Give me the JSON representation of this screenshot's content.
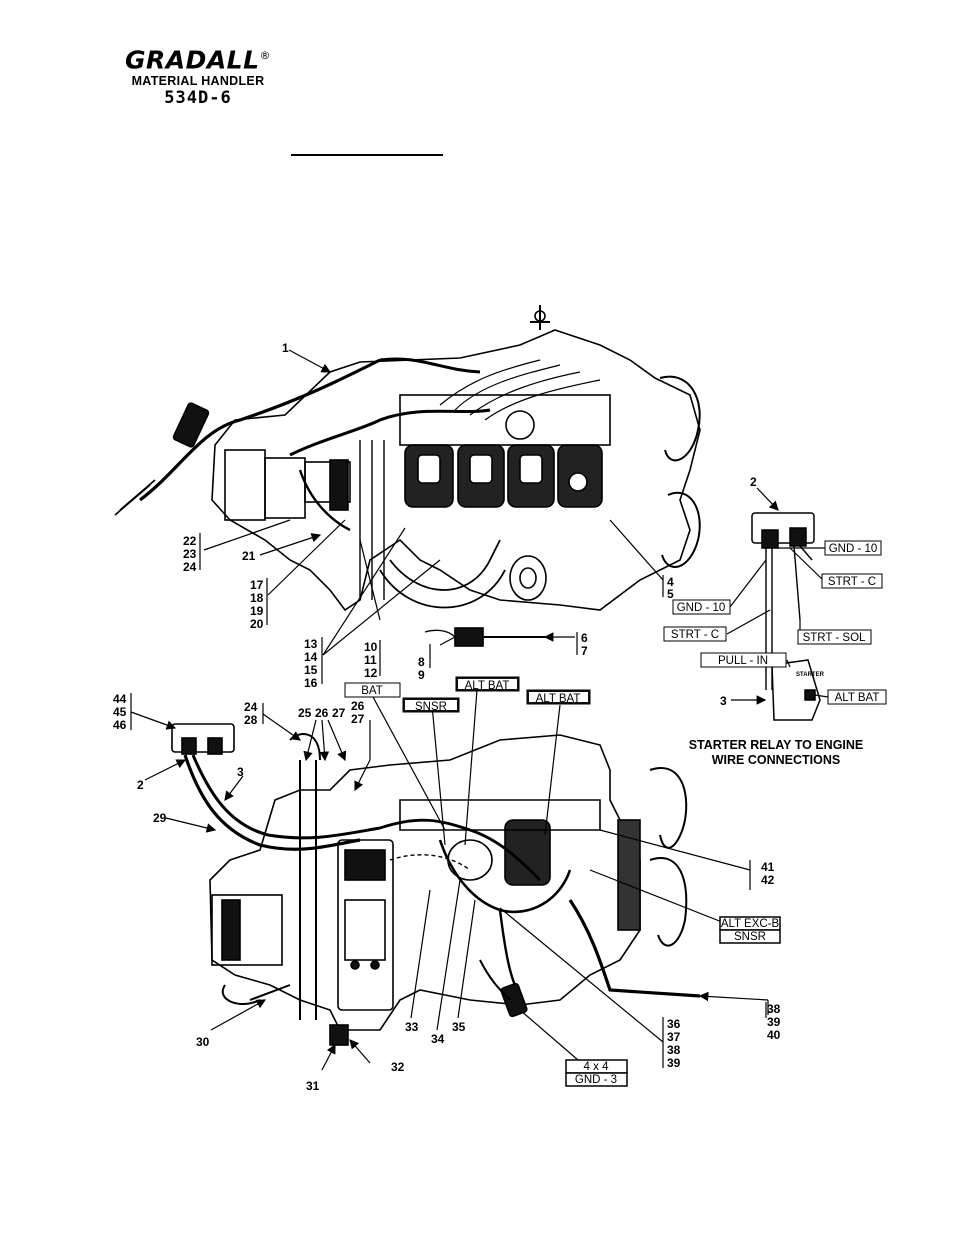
{
  "header": {
    "brand": "GRADALL",
    "registered_mark": "®",
    "subtitle": "MATERIAL HANDLER",
    "model": "534D-6"
  },
  "caption": {
    "line1": "STARTER RELAY TO ENGINE",
    "line2": "WIRE CONNECTIONS"
  },
  "callouts": {
    "c1": "1",
    "c2_top": "2",
    "c3_top": "3",
    "c4": "4",
    "c5": "5",
    "c6": "6",
    "c7": "7",
    "c8": "8",
    "c9": "9",
    "c10": "10",
    "c11": "11",
    "c12": "12",
    "c13": "13",
    "c14": "14",
    "c15": "15",
    "c16": "16",
    "c17": "17",
    "c18": "18",
    "c19": "19",
    "c20": "20",
    "c21": "21",
    "c22": "22",
    "c23": "23",
    "c24": "24",
    "c44": "44",
    "c45": "45",
    "c46": "46",
    "c2_bot": "2",
    "c3_bot": "3",
    "c24b": "24",
    "c28": "28",
    "c25": "25",
    "c26": "26",
    "c27": "27",
    "c25b": "25",
    "c26b": "26",
    "c27b": "27",
    "c29": "29",
    "c30": "30",
    "c31": "31",
    "c32": "32",
    "c33": "33",
    "c34": "34",
    "c35": "35",
    "c36": "36",
    "c37": "37",
    "c38a": "38",
    "c39a": "39",
    "c38b": "38",
    "c39b": "39",
    "c40": "40",
    "c41": "41",
    "c42": "42"
  },
  "wire_labels": {
    "gnd10_a": "GND - 10",
    "strt_c_a": "STRT - C",
    "gnd10_b": "GND - 10",
    "strt_c_b": "STRT - C",
    "strt_sol": "STRT - SOL",
    "pull_in": "PULL - IN",
    "alt_bat_relay": "ALT BAT",
    "starter_tag": "STARTER",
    "bat": "BAT",
    "alt_bat_1": "ALT BAT",
    "snsr_top": "SNSR",
    "alt_bat_2": "ALT BAT",
    "alt_exc_b": "ALT EXC-B",
    "snsr_bot": "SNSR",
    "four_by_four": "4 x 4",
    "gnd3": "GND - 3"
  }
}
